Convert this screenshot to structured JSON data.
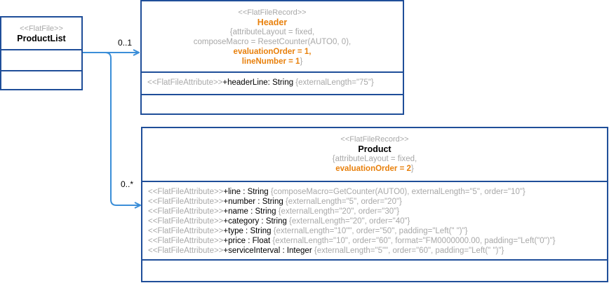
{
  "productlist": {
    "stereotype": "<<FlatFile>>",
    "name": "ProductList"
  },
  "header": {
    "stereotype": "<<FlatFileRecord>>",
    "name": "Header",
    "props_open": "{attributeLayout = fixed,",
    "props_macro": "composeMacro = ResetCounter(AUTO0, 0),",
    "props_eval": "evaluationOrder = 1,",
    "props_line": "lineNumber = 1",
    "props_close": "}",
    "attr": {
      "stereo": "<<FlatFileAttribute>>",
      "sig": "+headerLine: String",
      "props": " {externalLength=\"75\"}"
    }
  },
  "product": {
    "stereotype": "<<FlatFileRecord>>",
    "name": "Product",
    "props_open": "{attributeLayout = fixed,",
    "props_eval": "evaluationOrder = 2",
    "props_close": "}",
    "attrs": [
      {
        "stereo": "<<FlatFileAttribute>>",
        "sig": "+line : String",
        "props": " {composeMacro=GetCounter(AUTO0), externalLength=\"5\", order=\"10\"}"
      },
      {
        "stereo": "<<FlatFileAttribute>>",
        "sig": "+number : String",
        "props": " {externalLength=\"5\", order=\"20\"}"
      },
      {
        "stereo": "<<FlatFileAttribute>>",
        "sig": "+name : String",
        "props": " {externalLength=\"20\", order=\"30\"}"
      },
      {
        "stereo": "<<FlatFileAttribute>>",
        "sig": "+category : String",
        "props": " {externalLength=\"20\", order=\"40\"}"
      },
      {
        "stereo": "<<FlatFileAttribute>>",
        "sig": "+type : String",
        "props": " {externalLength=\"10\"\", order=\"50\", padding=\"Left(\" \")\"}"
      },
      {
        "stereo": "<<FlatFileAttribute>>",
        "sig": "+price : Float",
        "props": " {externalLength=\"10\", order=\"60\", format=\"FM0000000.00, padding=\"Left(\"0\")\"}"
      },
      {
        "stereo": "<<FlatFileAttribute>>",
        "sig": "+serviceInterval : Integer",
        "props": " {externalLength=\"5\"\", order=\"60\", padding=\"Left(\" \")\"}"
      }
    ]
  },
  "connectors": {
    "to_header_mult": "0..1",
    "to_product_mult": "0..*"
  },
  "colors": {
    "border": "#1f4e99",
    "arrow": "#3b8ed8",
    "gray_text": "#a8a8a8",
    "orange_text": "#e8800c"
  }
}
